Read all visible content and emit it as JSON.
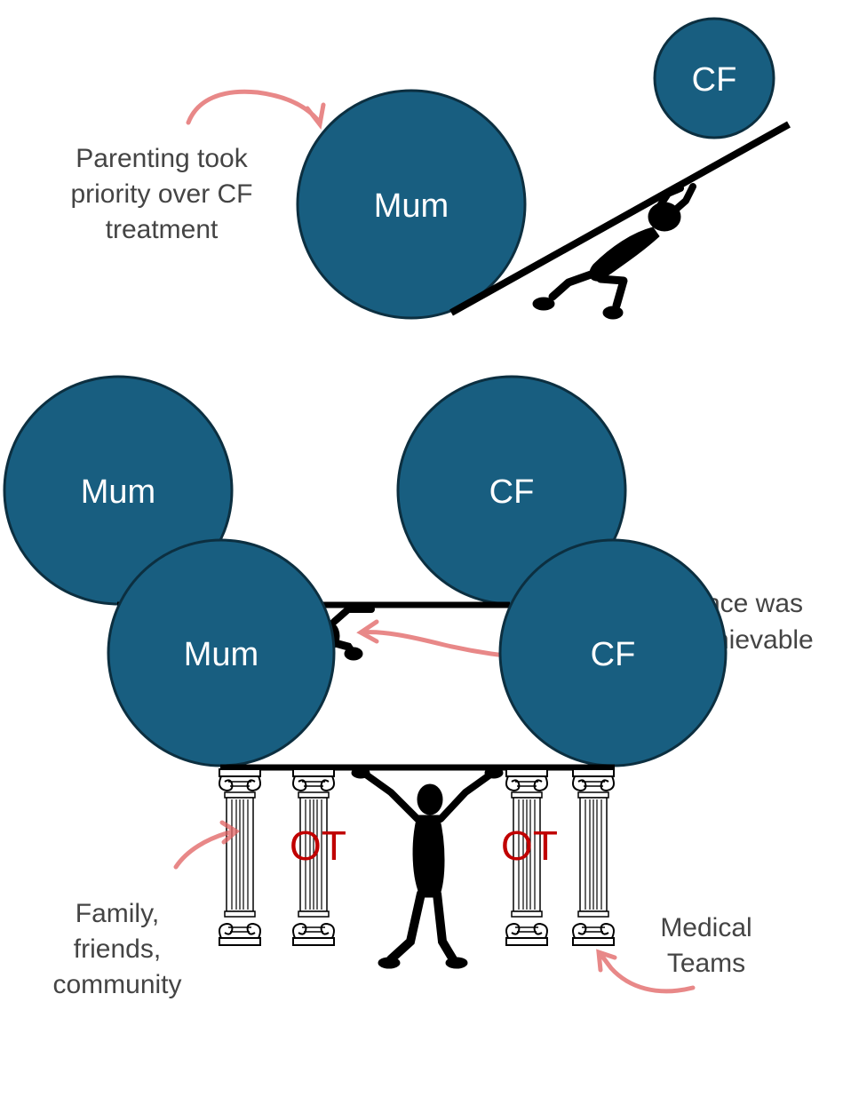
{
  "colors": {
    "circle_fill": "#185e80",
    "circle_stroke": "#0c2f40",
    "figure": "#000000",
    "arrow": "#e06060",
    "ot_text": "#c00000",
    "label_text": "#444444"
  },
  "panel1": {
    "mum": "Mum",
    "cf": "CF",
    "caption": [
      "Parenting took",
      "priority over CF",
      "treatment"
    ]
  },
  "panel2": {
    "mum": "Mum",
    "cf": "CF",
    "caption": [
      "Balance was",
      "not achievable"
    ]
  },
  "panel3": {
    "mum": "Mum",
    "cf": "CF",
    "ot_left": "OT",
    "ot_right": "OT",
    "caption_left": [
      "Family,",
      "friends,",
      "community"
    ],
    "caption_right": [
      "Medical",
      "Teams"
    ]
  }
}
